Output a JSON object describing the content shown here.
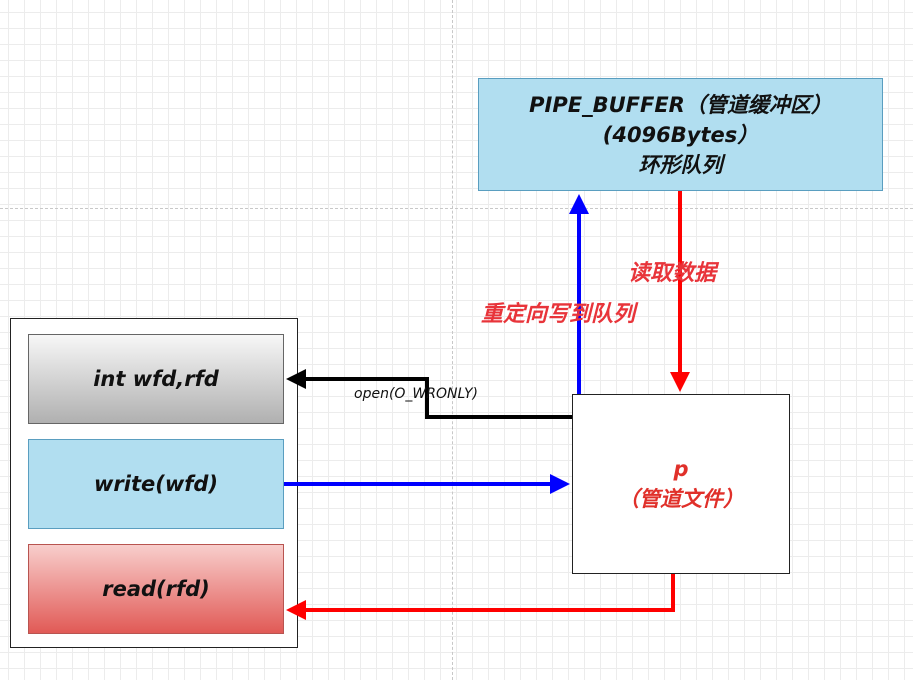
{
  "nodes": {
    "pipe_buffer": {
      "line1": "PIPE_BUFFER（管道缓冲区）",
      "line2": "(4096Bytes）",
      "line3": "环形队列"
    },
    "wfd_rfd": {
      "label": "int wfd,rfd"
    },
    "write": {
      "label": "write(wfd)"
    },
    "read": {
      "label": "read(rfd)"
    },
    "pipe_file": {
      "line1": "p",
      "line2": "（管道文件）"
    }
  },
  "edges": {
    "open": {
      "label": "open(O_WRONLY)",
      "color": "#000000"
    },
    "write_to_p": {
      "color": "#0000ff"
    },
    "p_to_read": {
      "color": "#ff0000"
    },
    "redirect": {
      "label": "重定向写到队列",
      "color": "#0000ff",
      "label_color": "#e8343a"
    },
    "read_data": {
      "label": "读取数据",
      "color": "#ff0000",
      "label_color": "#e8343a"
    }
  }
}
